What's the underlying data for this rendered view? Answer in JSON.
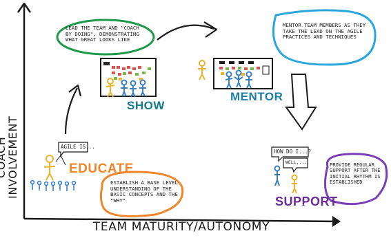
{
  "axes": {
    "y_label": "COACH INVOLVEMENT",
    "x_label": "TEAM MATURITY/AUTONOMY"
  },
  "stages": {
    "educate": {
      "label": "EDUCATE",
      "speech": "AGILE IS...",
      "note": "ESTABLISH A BASE LEVEL UNDERSTANDING OF THE BASIC CONCEPTS AND THE \"WHY\"",
      "note_color": "#f0862b"
    },
    "show": {
      "label": "SHOW",
      "note": "LEAD THE TEAM AND \"COACH BY DOING\", DEMONSTRATING WHAT GREAT LOOKS LIKE",
      "note_color": "#1f9a4a"
    },
    "mentor": {
      "label": "MENTOR",
      "note": "MENTOR TEAM MEMBERS AS THEY TAKE THE LEAD ON THE AGILE PRACTICES AND TECHNIQUES",
      "note_color": "#2aa6de"
    },
    "support": {
      "label": "SUPPORT",
      "speech_question": "HOW DO I...?",
      "speech_answer": "WELL,...",
      "note": "PROVIDE REGULAR SUPPORT AFTER THE INITIAL RHYTHM IS ESTABLISHED",
      "note_color": "#7a3fb8"
    }
  },
  "colors": {
    "educate_label": "#f0862b",
    "show_label": "#167c8c",
    "mentor_label": "#1a7ea6",
    "support_label": "#6a2c95",
    "figure_blue": "#3a7ec2",
    "figure_yellow": "#e8b52a",
    "ink": "#1b1b1b"
  }
}
